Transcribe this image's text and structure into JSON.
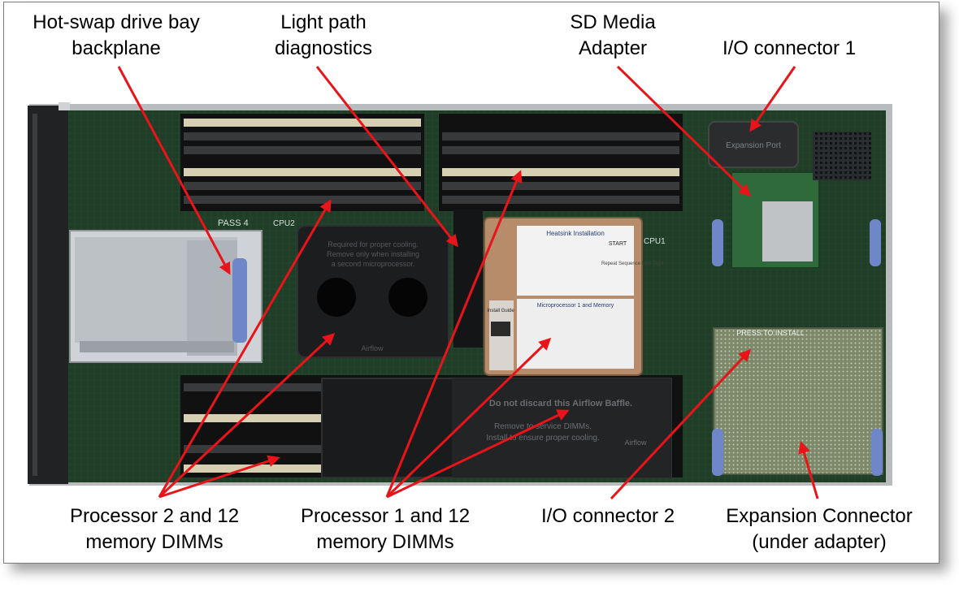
{
  "labels": {
    "hotswap": [
      "Hot-swap drive bay",
      "backplane"
    ],
    "lightpath": [
      "Light path",
      "diagnostics"
    ],
    "sdmedia": [
      "SD Media",
      "Adapter"
    ],
    "io1": [
      "I/O connector 1"
    ],
    "proc2": [
      "Processor 2 and 12",
      "memory DIMMs"
    ],
    "proc1": [
      "Processor 1 and 12",
      "memory DIMMs"
    ],
    "io2": [
      "I/O connector 2"
    ],
    "expansion": [
      "Expansion Connector",
      "(under adapter)"
    ]
  },
  "board": {
    "silkscreen": {
      "pass": "PASS 4",
      "cpu1": "CPU1",
      "cpu2": "CPU2",
      "expansion_port": "Expansion Port",
      "press_to_install": "PRESS TO INSTALL"
    },
    "baffle_cpu2": {
      "text1": "Required for proper cooling.",
      "text2": "Remove only when installing",
      "text3": "a second microprocessor.",
      "airflow": "Airflow"
    },
    "heatsink": {
      "title": "Heatsink Installation",
      "start": "START",
      "repeat": "Repeat Sequence Until Tight",
      "micro_title": "Microprocessor 1 and Memory",
      "install_guide": "Install Guide"
    },
    "baffle_dimm": {
      "text1": "Do not discard this Airflow Baffle.",
      "text2": "Remove to service DIMMs.",
      "text3": "Install to ensure proper cooling.",
      "airflow": "Airflow"
    }
  },
  "colors": {
    "arrow": "#e8141a",
    "pcb": "#1e3a24",
    "chassis": "#b9bcbf"
  }
}
